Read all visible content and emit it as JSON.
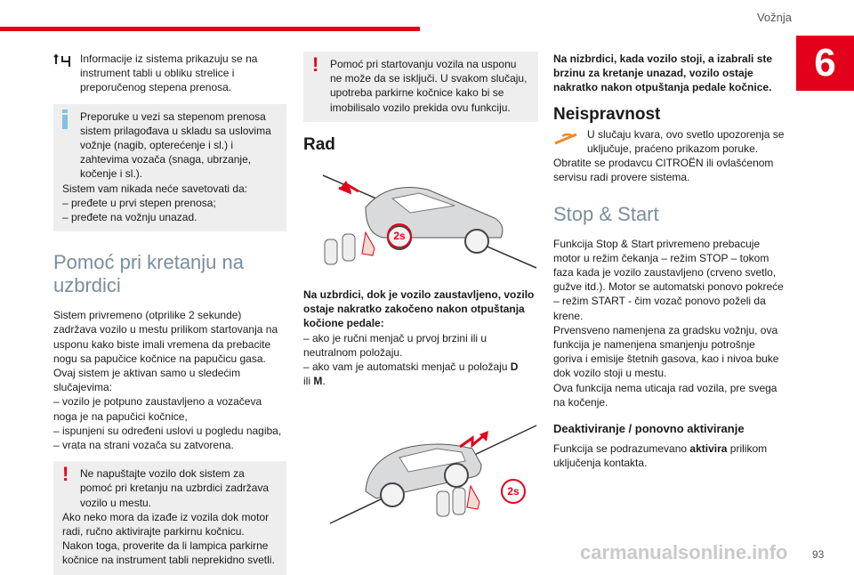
{
  "header": {
    "section_title": "Vožnja",
    "chapter_number": "6",
    "page_number": "93"
  },
  "watermark": "carmanualsonline.info",
  "colors": {
    "accent_red": "#e2001a",
    "info_blue": "#7fc3e0",
    "box_gray": "#eeeeef",
    "heading_gray": "#7a8d9c",
    "warning_orange": "#f08a24"
  },
  "col1": {
    "intro_icon": "gear-shift-indicator-icon",
    "intro": "Informacije iz sistema prikazuju se na instrument tabli u obliku strelice i preporučenog stepena prenosa.",
    "info_icon": "info-icon",
    "info_box": [
      "Preporuke u vezi sa stepenom prenosa sistem prilagođava u skladu sa uslovima vožnje (nagib, opterećenje i sl.) i zahtevima vozača (snaga, ubrzanje, kočenje i sl.).",
      "Sistem vam nikada neće savetovati da:",
      "– pređete u prvi stepen prenosa;",
      "– pređete na vožnju unazad."
    ],
    "section_title": "Pomoć pri kretanju na uzbrdici",
    "body": [
      "Sistem privremeno (otprilike 2 sekunde) zadržava vozilo u mestu prilikom startovanja na usponu kako biste imali vremena da prebacite nogu sa papučice kočnice na papučicu gasa.",
      "Ovaj sistem je aktivan samo u sledećim slučajevima:",
      "– vozilo je potpuno zaustavljeno a vozačeva noga je na papučici kočnice,",
      "– ispunjeni su određeni uslovi u pogledu nagiba,",
      "– vrata na strani vozača su zatvorena."
    ],
    "warning_box": [
      "Ne napuštajte vozilo dok sistem za pomoć pri kretanju na uzbrdici zadržava vozilo u mestu.",
      "Ako neko mora da izađe iz vozila dok motor radi, ručno aktivirajte parkirnu kočnicu. Nakon toga, proverite da li lampica parkirne kočnice na instrument tabli neprekidno svetli."
    ]
  },
  "col2": {
    "warning_box": "Pomoć pri startovanju vozila na usponu ne može da se isključi. U svakom slučaju, upotreba parkirne kočnice kako bi se imobilisalo vozilo prekida ovu funkciju.",
    "section_title": "Rad",
    "illustration_label": "2s",
    "uphill_heading": "Na uzbrdici, dok je vozilo zaustavljeno, vozilo ostaje nakratko zakočeno nakon otpuštanja kočione pedale:",
    "uphill_items": [
      "– ako je ručni menjač u prvoj brzini ili u neutralnom položaju.",
      "– ako vam je automatski menjač u položaju "
    ],
    "gear_d": "D",
    "or_text": "ili ",
    "gear_m": "M",
    "period": "."
  },
  "col3": {
    "downhill_heading": "Na nizbrdici, kada vozilo stoji, a izabrali ste brzinu za kretanje unazad, vozilo ostaje nakratko nakon otpuštanja pedale kočnice.",
    "fault_title": "Neispravnost",
    "fault_icon": "hill-start-warning-icon",
    "fault_text": "U slučaju kvara, ovo svetlo upozorenja se uključuje, praćeno prikazom poruke.",
    "fault_text2": "Obratite se prodavcu CITROËN ili ovlašćenom servisu radi provere sistema.",
    "ss_title": "Stop & Start",
    "ss_body": [
      "Funkcija Stop & Start privremeno prebacuje motor u režim čekanja – režim STOP – tokom faza kada je vozilo zaustavljeno (crveno svetlo, gužve itd.). Motor se automatski ponovo pokreće – režim START - čim vozač ponovo poželi da krene.",
      "Prvensveno namenjena za gradsku vožnju, ova funkcija je namenjena smanjenju potrošnje goriva i emisije štetnih gasova, kao i nivoa buke dok vozilo stoji u mestu.",
      "Ova funkcija nema uticaja rad vozila, pre svega na kočenje."
    ],
    "deact_title": "Deaktiviranje / ponovno aktiviranje",
    "deact_pre": "Funkcija se podrazumevano ",
    "deact_bold": "aktivira",
    "deact_post": " prilikom uključenja kontakta."
  }
}
